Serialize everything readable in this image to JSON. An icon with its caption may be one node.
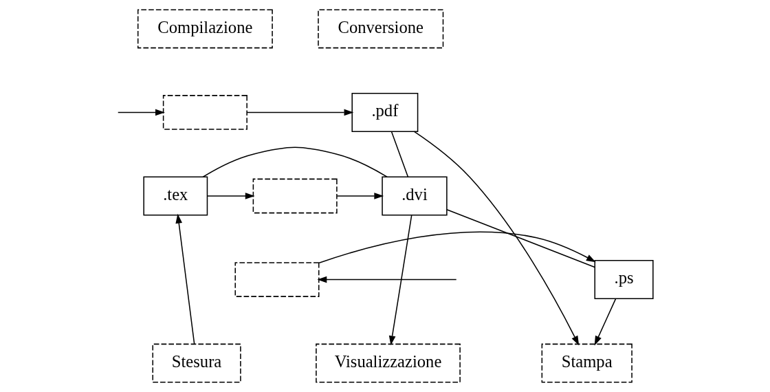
{
  "diagram": {
    "nodes": [
      {
        "text": [
          "Compilazione"
        ]
      },
      {
        "text": [
          "Conversione"
        ]
      },
      {
        "text": [
          ".tex"
        ]
      },
      {
        "text": [],
        "shape": "box"
      },
      {
        "text": [
          ".dvi"
        ]
      },
      {
        "text": [],
        "shape": "box"
      },
      {
        "text": [
          ".pdf"
        ]
      },
      {
        "text": [],
        "shape": "box"
      },
      {
        "text": [
          ".ps"
        ]
      },
      {
        "text": [
          "Stesura"
        ]
      },
      {
        "text": [
          "Visualizzazione"
        ]
      },
      {
        "text": [
          "Stampa"
        ]
      }
    ],
    "edges": [
      {
        "from": 9,
        "to": 2,
        "arrow": "to"
      },
      {
        "from": 2,
        "to": 3,
        "arrow": "to"
      },
      {
        "from": 3,
        "to": 4,
        "arrow": "to"
      },
      {
        "from": 2,
        "to": 4,
        "arrow": "none"
      },
      {
        "from": 4,
        "to": 6,
        "arrow": "none"
      },
      {
        "from": 4,
        "to": 8,
        "arrow": "none"
      },
      {
        "from": null,
        "to": 5,
        "arrow": "to"
      },
      {
        "from": 5,
        "to": 6,
        "arrow": "to"
      },
      {
        "from": null,
        "to": 7,
        "arrow": "to"
      },
      {
        "from": 7,
        "to": 8,
        "arrow": "to"
      },
      {
        "from": 4,
        "to": 10,
        "arrow": "to"
      },
      {
        "from": 6,
        "to": 11,
        "arrow": "to"
      },
      {
        "from": 8,
        "to": 11,
        "arrow": "to"
      }
    ]
  }
}
